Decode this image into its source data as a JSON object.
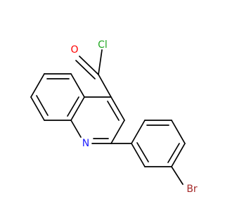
{
  "molecule": {
    "atoms": [
      {
        "symbol": "O",
        "color": "#ff0000"
      },
      {
        "symbol": "Cl",
        "color": "#21a821"
      },
      {
        "symbol": "N",
        "color": "#2020ff"
      },
      {
        "symbol": "Br",
        "color": "#a52a2a"
      }
    ],
    "bond_color": "#000000",
    "background": "#ffffff"
  }
}
